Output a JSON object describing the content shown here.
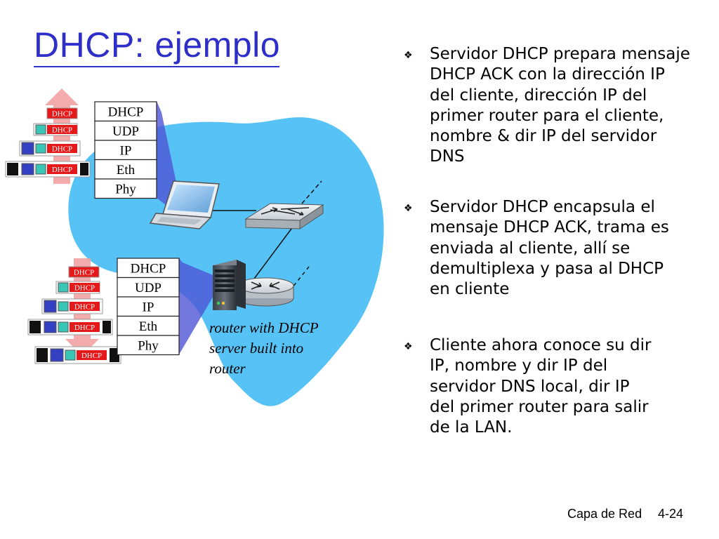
{
  "title": "DHCP: ejemplo",
  "bullets": [
    "Servidor DHCP prepara mensaje\nDHCP ACK con la dirección IP\ndel cliente, dirección IP del\nprimer router para el cliente,\nnombre & dir IP del servidor\nDNS",
    "Servidor DHCP encapsula el\nmensaje DHCP  ACK, trama es\nenviada al cliente, allí se\ndemultiplexa y pasa al DHCP\nen cliente",
    "Cliente ahora conoce su dir\nIP, nombre y dir IP del\nservidor DNS local, dir IP\ndel primer router para salir\nde la LAN."
  ],
  "bullet_icon": "diamond-bullet-icon",
  "stack_top": [
    "DHCP",
    "UDP",
    "IP",
    "Eth",
    "Phy"
  ],
  "stack_bottom": [
    "DHCP",
    "UDP",
    "IP",
    "Eth",
    "Phy"
  ],
  "packet_label": "DHCP",
  "router_caption": "router with DHCP\nserver built into\nrouter",
  "footer": {
    "section": "Capa de Red",
    "page": "4-24"
  },
  "colors": {
    "title": "#2e2ec8",
    "network_cloud": "#56c2f5",
    "arrow": "#f2a2a2",
    "dhcp_red": "#e51919",
    "udp_teal": "#39c6b5",
    "ip_blue": "#3340c2",
    "eth_black": "#111111"
  }
}
